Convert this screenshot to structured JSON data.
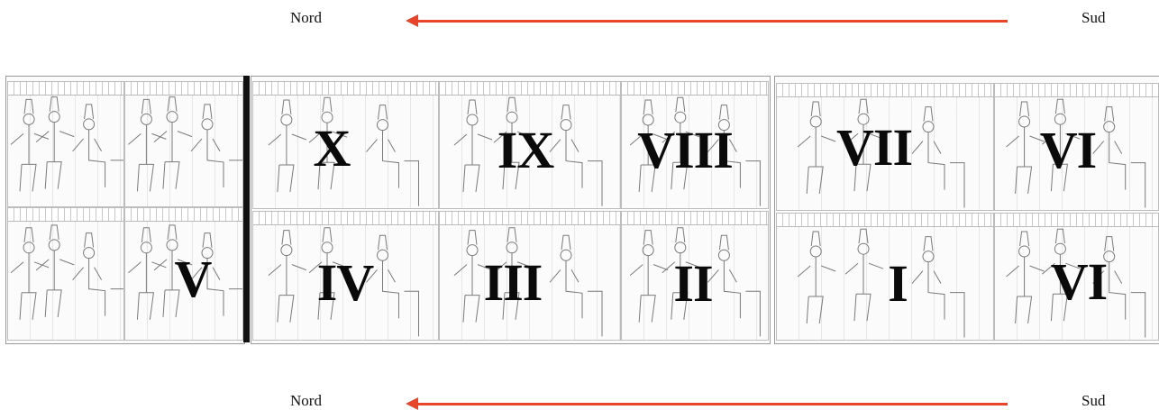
{
  "top": {
    "north_label": "Nord",
    "south_label": "Sud"
  },
  "bottom": {
    "north_label": "Nord",
    "south_label": "Sud"
  },
  "arrow_color": "#e8442a",
  "panels": {
    "upper": [
      "X",
      "IX",
      "VIII",
      "VII",
      "VI"
    ],
    "lower": [
      "V",
      "IV",
      "III",
      "II",
      "I",
      "VI"
    ]
  }
}
